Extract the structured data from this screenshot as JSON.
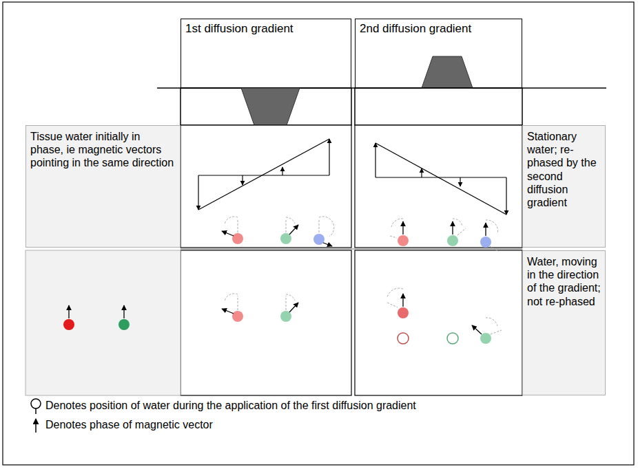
{
  "diagram": {
    "nodes": [
      {
        "text": [
          "1st diffusion gradient"
        ]
      },
      {
        "text": [
          "2nd diffusion gradient"
        ]
      },
      {
        "text": [
          "Tissue water initially in phase, ie magnetic vectors pointing in the same direction"
        ]
      },
      {
        "text": [
          "Stationary water; re-phased by the second diffusion gradient"
        ]
      },
      {
        "text": [
          "Water, moving in the direction of the gradient; not re-phased"
        ]
      }
    ],
    "legend": [
      {
        "text": "Denotes position of water during the application of the first diffusion gradient"
      },
      {
        "text": "Denotes phase of magnetic vector"
      }
    ]
  }
}
